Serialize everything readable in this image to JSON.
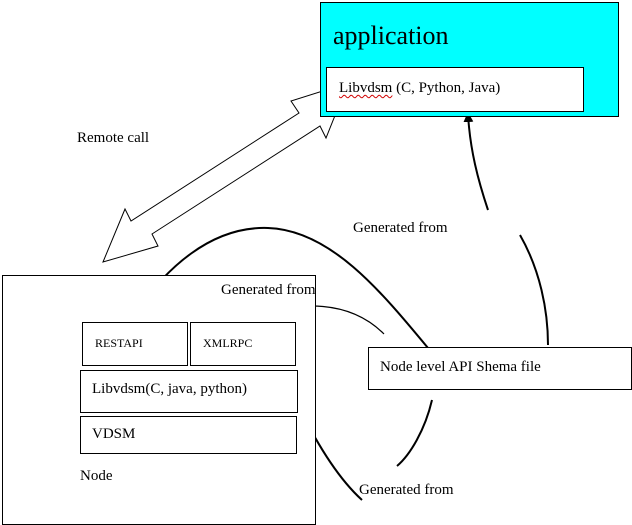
{
  "application": {
    "title": "application",
    "lib_word": "Libvdsm",
    "lib_langs": " (C, Python, Java)",
    "fill_color": "#00ffff"
  },
  "remote_call_label": "Remote call",
  "node": {
    "label": "Node",
    "restapi": "RESTAPI",
    "xmlrpc": "XMLRPC",
    "libvdsm": "Libvdsm(C, java, python)",
    "vdsm": "VDSM"
  },
  "schema_file": "Node level API Shema file",
  "generated_from": {
    "to_application": "Generated from",
    "to_restapi_xmlrpc": "Generated from",
    "to_libvdsm": "Generated from"
  }
}
